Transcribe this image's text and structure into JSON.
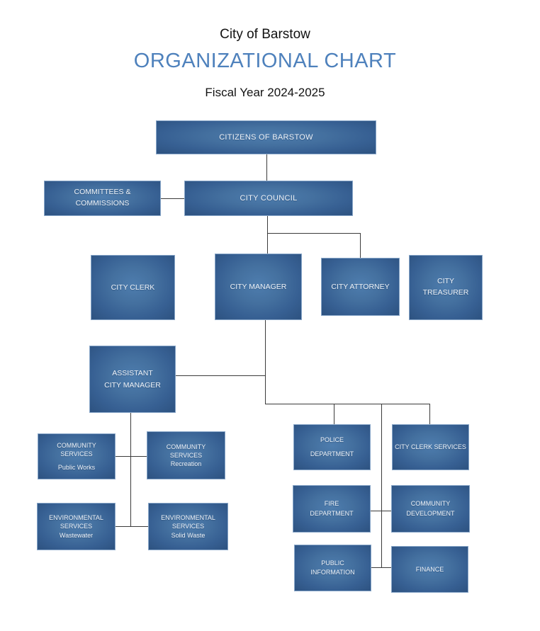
{
  "header": {
    "organization": "City of Barstow",
    "title": "ORGANIZATIONAL CHART",
    "subtitle": "Fiscal Year 2024-2025"
  },
  "colors": {
    "title_accent": "#4E81BC",
    "box_fill_center": "#4e7dae",
    "box_fill_edge": "#2d5280",
    "box_border": "#89a7c9",
    "box_text": "#eef3f9",
    "connector_line": "#3b3b3b",
    "background": "#ffffff"
  },
  "boxes": {
    "citizens": {
      "label": "CITIZENS OF BARSTOW"
    },
    "committees": {
      "label": "COMMITTEES &\nCOMMISSIONS"
    },
    "council": {
      "label": "CITY COUNCIL"
    },
    "clerk": {
      "label": "CITY CLERK"
    },
    "manager": {
      "label": "CITY MANAGER"
    },
    "attorney": {
      "label": "CITY ATTORNEY"
    },
    "treasurer": {
      "label": "CITY\nTREASURER"
    },
    "assistant": {
      "label": "ASSISTANT\nCITY MANAGER"
    },
    "cs_public_works": {
      "label": "COMMUNITY\nSERVICES",
      "sublabel": "Public Works"
    },
    "cs_recreation": {
      "label": "COMMUNITY\nSERVICES",
      "sublabel": "Recreation"
    },
    "es_wastewater": {
      "label": "ENVIRONMENTAL\nSERVICES",
      "sublabel": "Wastewater"
    },
    "es_solid_waste": {
      "label": "ENVIRONMENTAL\nSERVICES",
      "sublabel": "Solid Waste"
    },
    "police": {
      "label": "POLICE\nDEPARTMENT"
    },
    "clerk_services": {
      "label": "CITY CLERK SERVICES"
    },
    "fire": {
      "label": "FIRE\nDEPARTMENT"
    },
    "community_dev": {
      "label": "COMMUNITY\nDEVELOPMENT"
    },
    "public_info": {
      "label": "PUBLIC\nINFORMATION"
    },
    "finance": {
      "label": "FINANCE"
    }
  },
  "connections": [
    {
      "from": "CITIZENS OF BARSTOW",
      "to": "CITY COUNCIL"
    },
    {
      "from": "CITY COUNCIL",
      "to": "COMMITTEES & COMMISSIONS"
    },
    {
      "from": "CITY COUNCIL",
      "to": "CITY MANAGER"
    },
    {
      "from": "CITY COUNCIL",
      "to": "CITY ATTORNEY"
    },
    {
      "from": "CITY MANAGER",
      "to": "ASSISTANT CITY MANAGER"
    },
    {
      "from": "CITY MANAGER",
      "to": "POLICE DEPARTMENT"
    },
    {
      "from": "CITY MANAGER",
      "to": "CITY CLERK SERVICES"
    },
    {
      "from": "CITY MANAGER",
      "to": "FIRE DEPARTMENT"
    },
    {
      "from": "CITY MANAGER",
      "to": "COMMUNITY DEVELOPMENT"
    },
    {
      "from": "CITY MANAGER",
      "to": "PUBLIC INFORMATION"
    },
    {
      "from": "CITY MANAGER",
      "to": "FINANCE"
    },
    {
      "from": "ASSISTANT CITY MANAGER",
      "to": "COMMUNITY SERVICES Public Works"
    },
    {
      "from": "ASSISTANT CITY MANAGER",
      "to": "COMMUNITY SERVICES Recreation"
    },
    {
      "from": "ASSISTANT CITY MANAGER",
      "to": "ENVIRONMENTAL SERVICES Wastewater"
    },
    {
      "from": "ASSISTANT CITY MANAGER",
      "to": "ENVIRONMENTAL SERVICES Solid Waste"
    }
  ]
}
